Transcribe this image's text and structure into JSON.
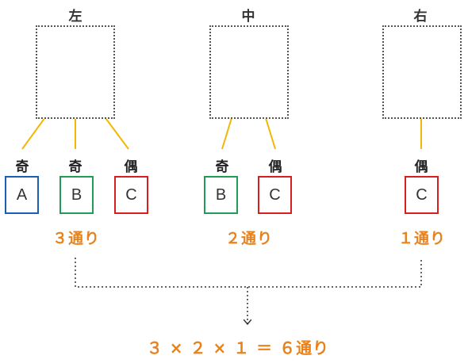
{
  "slots": [
    {
      "title": "左",
      "cards": [
        {
          "parity": "奇",
          "letter": "A",
          "color": "#1a5fb4"
        },
        {
          "parity": "奇",
          "letter": "B",
          "color": "#1f9d55"
        },
        {
          "parity": "偶",
          "letter": "C",
          "color": "#d81e1e"
        }
      ],
      "count": "３通り"
    },
    {
      "title": "中",
      "cards": [
        {
          "parity": "奇",
          "letter": "B",
          "color": "#1f9d55"
        },
        {
          "parity": "偶",
          "letter": "C",
          "color": "#d81e1e"
        }
      ],
      "count": "２通り"
    },
    {
      "title": "右",
      "cards": [
        {
          "parity": "偶",
          "letter": "C",
          "color": "#d81e1e"
        }
      ],
      "count": "１通り"
    }
  ],
  "formula": "３ × ２ × １ ＝ ６通り",
  "colors": {
    "arrow": "#f2b705",
    "accent_text": "#e8821c",
    "connector": "#333333",
    "box_border": "#555555"
  }
}
